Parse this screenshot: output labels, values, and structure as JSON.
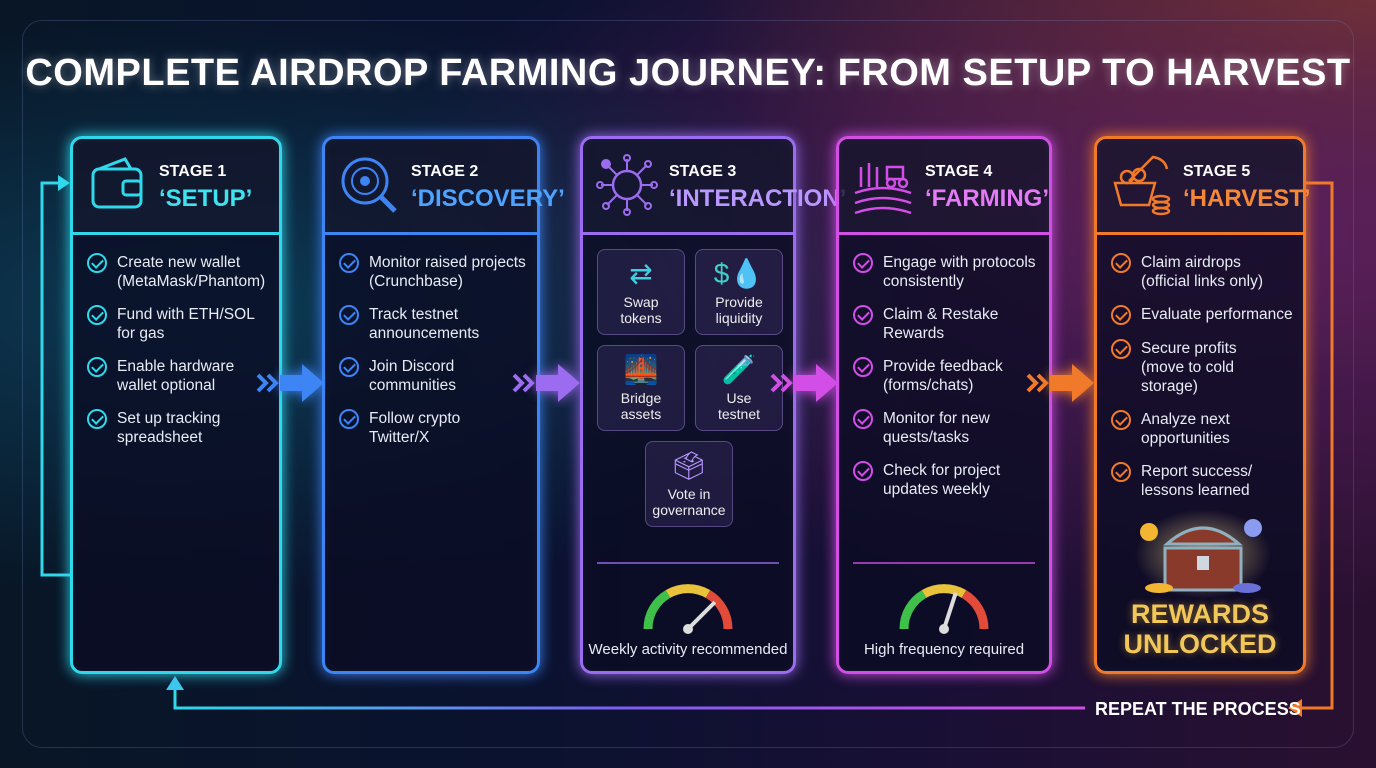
{
  "title": "COMPLETE AIRDROP FARMING JOURNEY: FROM SETUP TO HARVEST",
  "colors": {
    "setup": "#2fd8ea",
    "discovery": "#3d84f5",
    "interaction": "#9b6cf0",
    "farming": "#d24ee6",
    "harvest": "#f07a2a"
  },
  "stages": [
    {
      "stage": "STAGE 1",
      "name": "‘SETUP’",
      "icon": "wallet-icon",
      "items": [
        "Create new wallet\n(MetaMask/Phantom)",
        "Fund with ETH/SOL\nfor gas",
        "Enable hardware\nwallet optional",
        "Set up tracking\nspreadsheet"
      ]
    },
    {
      "stage": "STAGE 2",
      "name": "‘DISCOVERY’",
      "icon": "radar-search-icon",
      "items": [
        "Monitor raised projects\n(Crunchbase)",
        "Track testnet\nannouncements",
        "Join Discord\ncommunities",
        "Follow crypto\nTwitter/X"
      ]
    },
    {
      "stage": "STAGE 3",
      "name": "‘INTERACTION’",
      "icon": "network-nodes-icon",
      "tiles": [
        {
          "label": "Swap\ntokens",
          "icon": "swap-arrows-icon"
        },
        {
          "label": "Provide\nliquidity",
          "icon": "coin-drop-icon"
        },
        {
          "label": "Bridge\nassets",
          "icon": "bridge-icon"
        },
        {
          "label": "Use\ntestnet",
          "icon": "test-tube-icon"
        },
        {
          "label": "Vote in\ngovernance",
          "icon": "ballot-box-icon"
        }
      ],
      "gauge_text": "Weekly activity recommended",
      "gauge_level": 0.75
    },
    {
      "stage": "STAGE 4",
      "name": "‘FARMING’",
      "icon": "farm-tractor-icon",
      "items": [
        "Engage with protocols\nconsistently",
        "Claim & Restake\nRewards",
        "Provide feedback\n(forms/chats)",
        "Monitor for new\nquests/tasks",
        "Check for project\nupdates weekly"
      ],
      "gauge_text": "High frequency required",
      "gauge_level": 0.6
    },
    {
      "stage": "STAGE 5",
      "name": "‘HARVEST’",
      "icon": "harvest-basket-icon",
      "items": [
        "Claim airdrops\n(official links only)",
        "Evaluate performance",
        "Secure profits\n(move to cold storage)",
        "Analyze next\nopportunities",
        "Report success/\nlessons learned"
      ],
      "rewards": "REWARDS\nUNLOCKED"
    }
  ],
  "repeat_label": "REPEAT THE PROCESS"
}
